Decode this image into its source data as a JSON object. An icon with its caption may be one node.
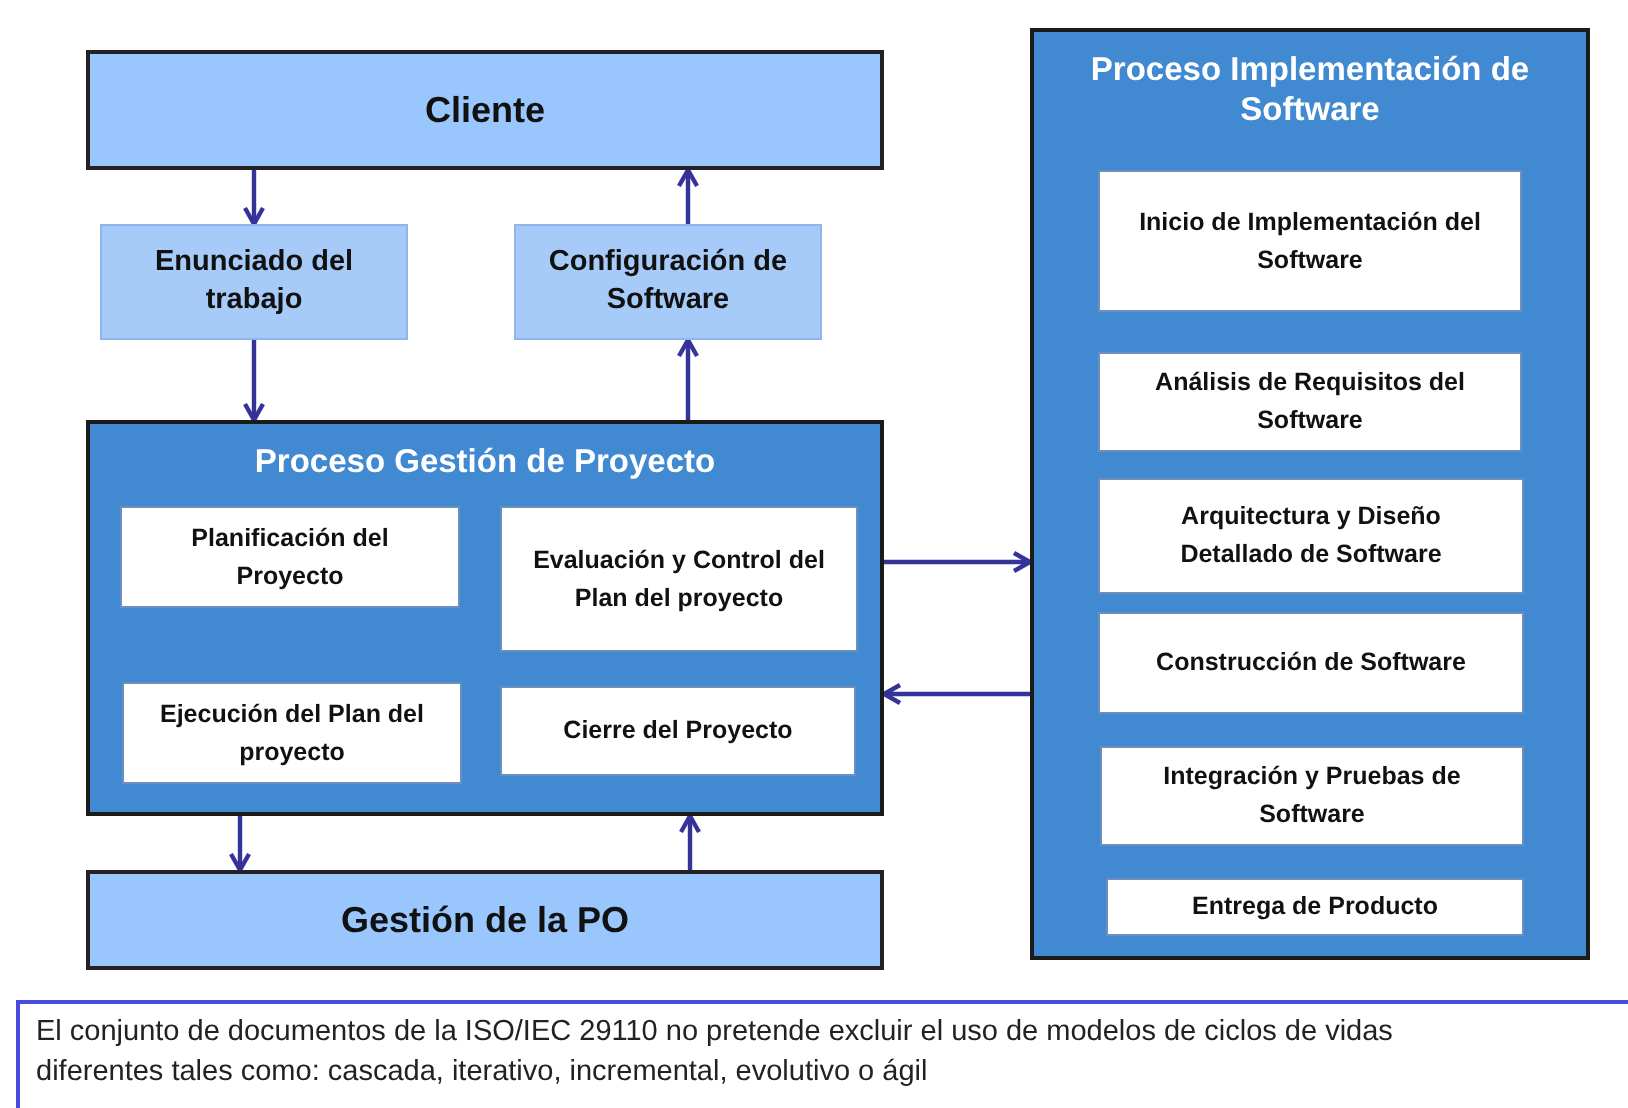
{
  "diagram": {
    "caption": "El conjunto de documentos de la ISO/IEC 29110 no pretende excluir el uso de modelos de ciclos de vidas diferentes tales como: cascada, iterativo, incremental, evolutivo o ágil",
    "nodes": [
      {
        "text": [
          "Cliente"
        ]
      },
      {
        "text": [
          "Enunciado del trabajo"
        ]
      },
      {
        "text": [
          "Configuración de Software"
        ]
      },
      {
        "text": [
          "Proceso Gestión de Proyecto"
        ]
      },
      {
        "text": [
          "Planificación del Proyecto"
        ],
        "in": 3
      },
      {
        "text": [
          "Evaluación y Control del Plan del proyecto"
        ],
        "in": 3
      },
      {
        "text": [
          "Ejecución del Plan del proyecto"
        ],
        "in": 3
      },
      {
        "text": [
          "Cierre del Proyecto"
        ],
        "in": 3
      },
      {
        "text": [
          "Gestión de la PO"
        ]
      },
      {
        "text": [
          "Proceso Implementación de Software"
        ]
      },
      {
        "text": [
          "Inicio de Implementación del Software"
        ],
        "in": 9
      },
      {
        "text": [
          "Análisis de Requisitos del Software"
        ],
        "in": 9
      },
      {
        "text": [
          "Arquitectura y Diseño Detallado de Software"
        ],
        "in": 9
      },
      {
        "text": [
          "Construcción de Software"
        ],
        "in": 9
      },
      {
        "text": [
          "Integración y Pruebas de Software"
        ],
        "in": 9
      },
      {
        "text": [
          "Entrega de Producto"
        ],
        "in": 9
      }
    ],
    "edges": [
      {
        "from": 0,
        "to": 1,
        "arrow": "to"
      },
      {
        "from": 1,
        "to": 3,
        "arrow": "to"
      },
      {
        "from": 2,
        "to": 0,
        "arrow": "to"
      },
      {
        "from": 3,
        "to": 2,
        "arrow": "to"
      },
      {
        "from": 3,
        "to": 8,
        "arrow": "to"
      },
      {
        "from": 8,
        "to": 3,
        "arrow": "to"
      },
      {
        "from": 3,
        "to": 9,
        "arrow": "to"
      },
      {
        "from": 9,
        "to": 3,
        "arrow": "to"
      }
    ]
  }
}
